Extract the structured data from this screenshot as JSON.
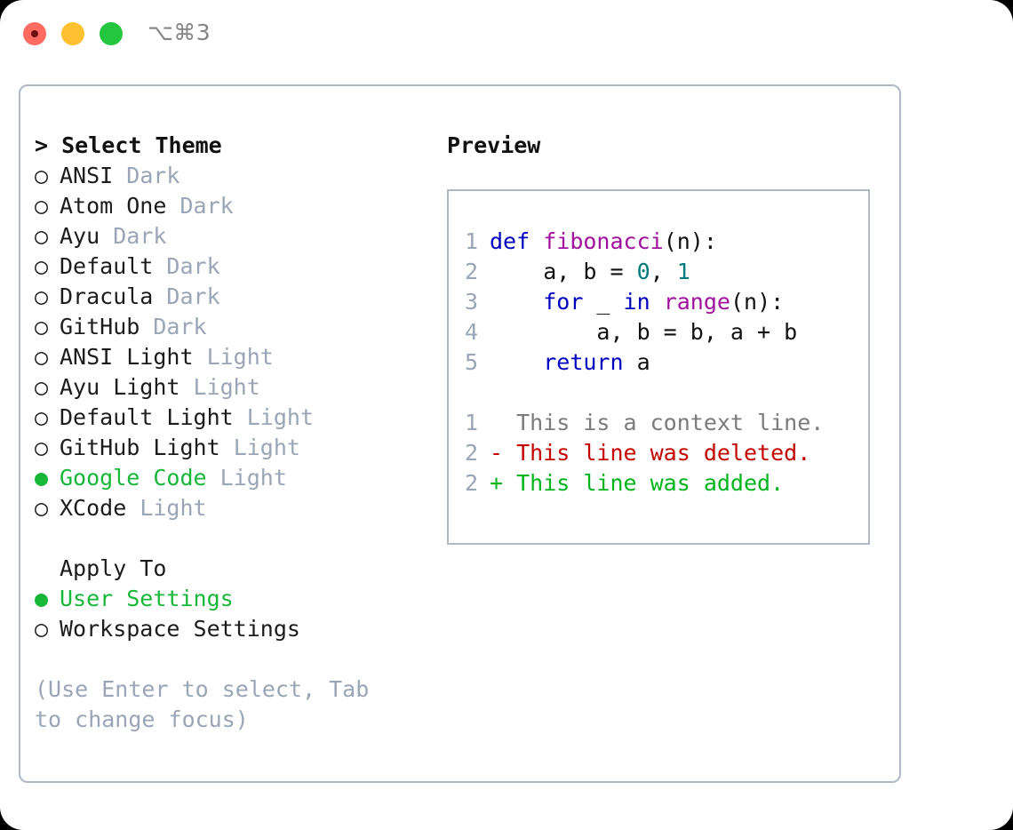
{
  "titlebar": {
    "shortcut": "⌥⌘3",
    "lights": [
      {
        "name": "close",
        "color": "#ff6b61"
      },
      {
        "name": "minimize",
        "color": "#ffc030"
      },
      {
        "name": "maximize",
        "color": "#23c63c"
      }
    ]
  },
  "theme_picker": {
    "prompt_prefix": "> ",
    "title": "Select Theme",
    "selected_bullet": "●",
    "unselected_bullet": "○",
    "selected_color": "#17b739",
    "suffix_color": "#9aa5b5",
    "items": [
      {
        "label": "ANSI",
        "suffix": "Dark",
        "selected": false
      },
      {
        "label": "Atom One",
        "suffix": "Dark",
        "selected": false
      },
      {
        "label": "Ayu",
        "suffix": "Dark",
        "selected": false
      },
      {
        "label": "Default",
        "suffix": "Dark",
        "selected": false
      },
      {
        "label": "Dracula",
        "suffix": "Dark",
        "selected": false
      },
      {
        "label": "GitHub",
        "suffix": "Dark",
        "selected": false
      },
      {
        "label": "ANSI Light",
        "suffix": "Light",
        "selected": false
      },
      {
        "label": "Ayu Light",
        "suffix": "Light",
        "selected": false
      },
      {
        "label": "Default Light",
        "suffix": "Light",
        "selected": false
      },
      {
        "label": "GitHub Light",
        "suffix": "Light",
        "selected": false
      },
      {
        "label": "Google Code",
        "suffix": "Light",
        "selected": true
      },
      {
        "label": "XCode",
        "suffix": "Light",
        "selected": false
      }
    ]
  },
  "apply_to": {
    "title": "Apply To",
    "items": [
      {
        "label": "User Settings",
        "selected": true
      },
      {
        "label": "Workspace Settings",
        "selected": false
      }
    ]
  },
  "hint": "(Use Enter to select, Tab to change focus)",
  "preview": {
    "title": "Preview",
    "code_lines": [
      {
        "number": "1",
        "tokens": [
          {
            "text": "def ",
            "type": "kw"
          },
          {
            "text": "fibonacci",
            "type": "fn"
          },
          {
            "text": "(n):",
            "type": "pl"
          }
        ]
      },
      {
        "number": "2",
        "tokens": [
          {
            "text": "    a, b = ",
            "type": "pl"
          },
          {
            "text": "0",
            "type": "num"
          },
          {
            "text": ", ",
            "type": "pl"
          },
          {
            "text": "1",
            "type": "num"
          }
        ]
      },
      {
        "number": "3",
        "tokens": [
          {
            "text": "    ",
            "type": "pl"
          },
          {
            "text": "for",
            "type": "kw"
          },
          {
            "text": " _ ",
            "type": "pl"
          },
          {
            "text": "in",
            "type": "kw"
          },
          {
            "text": " ",
            "type": "pl"
          },
          {
            "text": "range",
            "type": "fn"
          },
          {
            "text": "(n):",
            "type": "pl"
          }
        ]
      },
      {
        "number": "4",
        "tokens": [
          {
            "text": "        a, b = b, a + b",
            "type": "pl"
          }
        ]
      },
      {
        "number": "5",
        "tokens": [
          {
            "text": "    ",
            "type": "pl"
          },
          {
            "text": "return",
            "type": "kw"
          },
          {
            "text": " a",
            "type": "pl"
          }
        ]
      }
    ],
    "diff_lines": [
      {
        "number": "1",
        "marker": " ",
        "text": " This is a context line.",
        "type": "ctx"
      },
      {
        "number": "2",
        "marker": "-",
        "text": " This line was deleted.",
        "type": "del"
      },
      {
        "number": "2",
        "marker": "+",
        "text": " This line was added.",
        "type": "add"
      }
    ]
  }
}
